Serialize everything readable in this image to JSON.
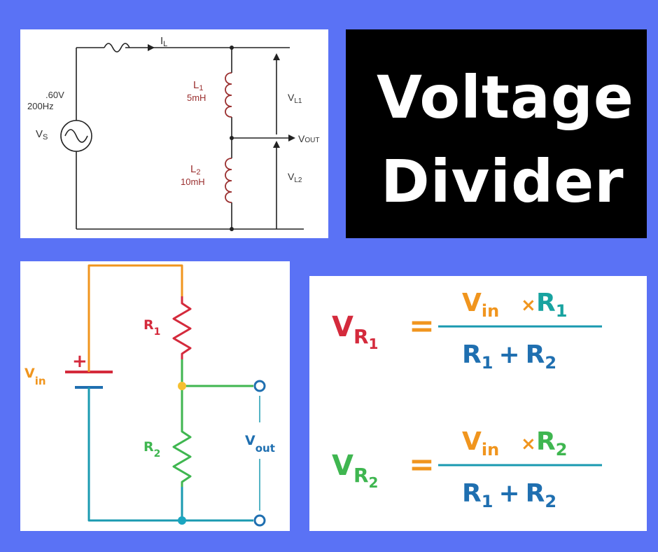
{
  "title": {
    "line1": "Voltage",
    "line2": "Divider"
  },
  "inductor_circuit": {
    "current": "I",
    "current_sub": "L",
    "source_spec1": ".60V",
    "source_spec2": "200Hz",
    "source": "V",
    "source_sub": "S",
    "l1": "L",
    "l1_sub": "1",
    "l1_value": "5mH",
    "l2": "L",
    "l2_sub": "2",
    "l2_value": "10mH",
    "vl1": "V",
    "vl1_sub": "L1",
    "vl2": "V",
    "vl2_sub": "L2",
    "vout": "V",
    "vout_sub": "OUT"
  },
  "resistor_circuit": {
    "vin": "V",
    "vin_sub": "in",
    "plus": "+",
    "r1": "R",
    "r1_sub": "1",
    "r2": "R",
    "r2_sub": "2",
    "vout": "V",
    "vout_sub": "out"
  },
  "formulas": {
    "f1": {
      "lhs": "V",
      "lhs_sub": "R",
      "lhs_subsub": "1",
      "eq": "=",
      "num_v": "V",
      "num_v_sub": "in",
      "times": "×",
      "num_r": "R",
      "num_r_sub": "1",
      "den_r1": "R",
      "den_r1_sub": "1",
      "plus": "+",
      "den_r2": "R",
      "den_r2_sub": "2"
    },
    "f2": {
      "lhs": "V",
      "lhs_sub": "R",
      "lhs_subsub": "2",
      "eq": "=",
      "num_v": "V",
      "num_v_sub": "in",
      "times": "×",
      "num_r": "R",
      "num_r_sub": "2",
      "den_r1": "R",
      "den_r1_sub": "1",
      "plus": "+",
      "den_r2": "R",
      "den_r2_sub": "2"
    }
  },
  "colors": {
    "background": "#5a72f5",
    "red": "#d42a3c",
    "orange": "#f0951e",
    "green": "#3fb650",
    "teal": "#1a9ab0",
    "blue": "#1f6fb0",
    "brown": "#9a2f2f"
  }
}
